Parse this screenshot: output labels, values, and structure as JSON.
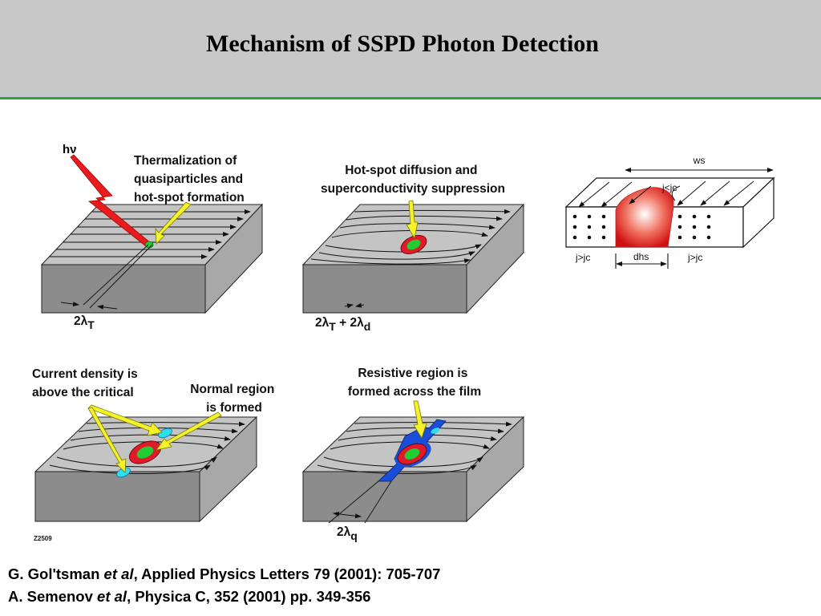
{
  "title": "Mechanism of SSPD Photon Detection",
  "panels": {
    "thermalization": {
      "photon": "hν",
      "caption": [
        "Thermalization of",
        "quasiparticles and",
        "hot-spot formation"
      ],
      "scale": "2λ",
      "scale_sub": "T"
    },
    "diffusion": {
      "caption": [
        "Hot-spot diffusion and",
        "superconductivity suppression"
      ],
      "scale_a": "2λ",
      "scale_a_sub": "T",
      "scale_plus": " + 2λ",
      "scale_b_sub": "d"
    },
    "current": {
      "caption_left": [
        "Current density is",
        "above the critical"
      ],
      "caption_right": [
        "Normal region",
        "is formed"
      ],
      "figure_id": "Z2509"
    },
    "resistive": {
      "caption": [
        "Resistive region is",
        "formed across the film"
      ],
      "scale": "2λ",
      "scale_sub": "q"
    },
    "strip": {
      "width_label": "ws",
      "current_label": "j<jc",
      "left_label": "j>jc",
      "right_label": "j>jc",
      "hotspot_label": "dhs"
    }
  },
  "references": [
    {
      "authors": "G. Gol'tsman ",
      "etal": "et al",
      "rest": ",  Applied Physics Letters 79 (2001): 705-707"
    },
    {
      "authors": "A. Semenov ",
      "etal": "et al",
      "rest": ", Physica C, 352 (2001) pp. 349-356"
    }
  ]
}
